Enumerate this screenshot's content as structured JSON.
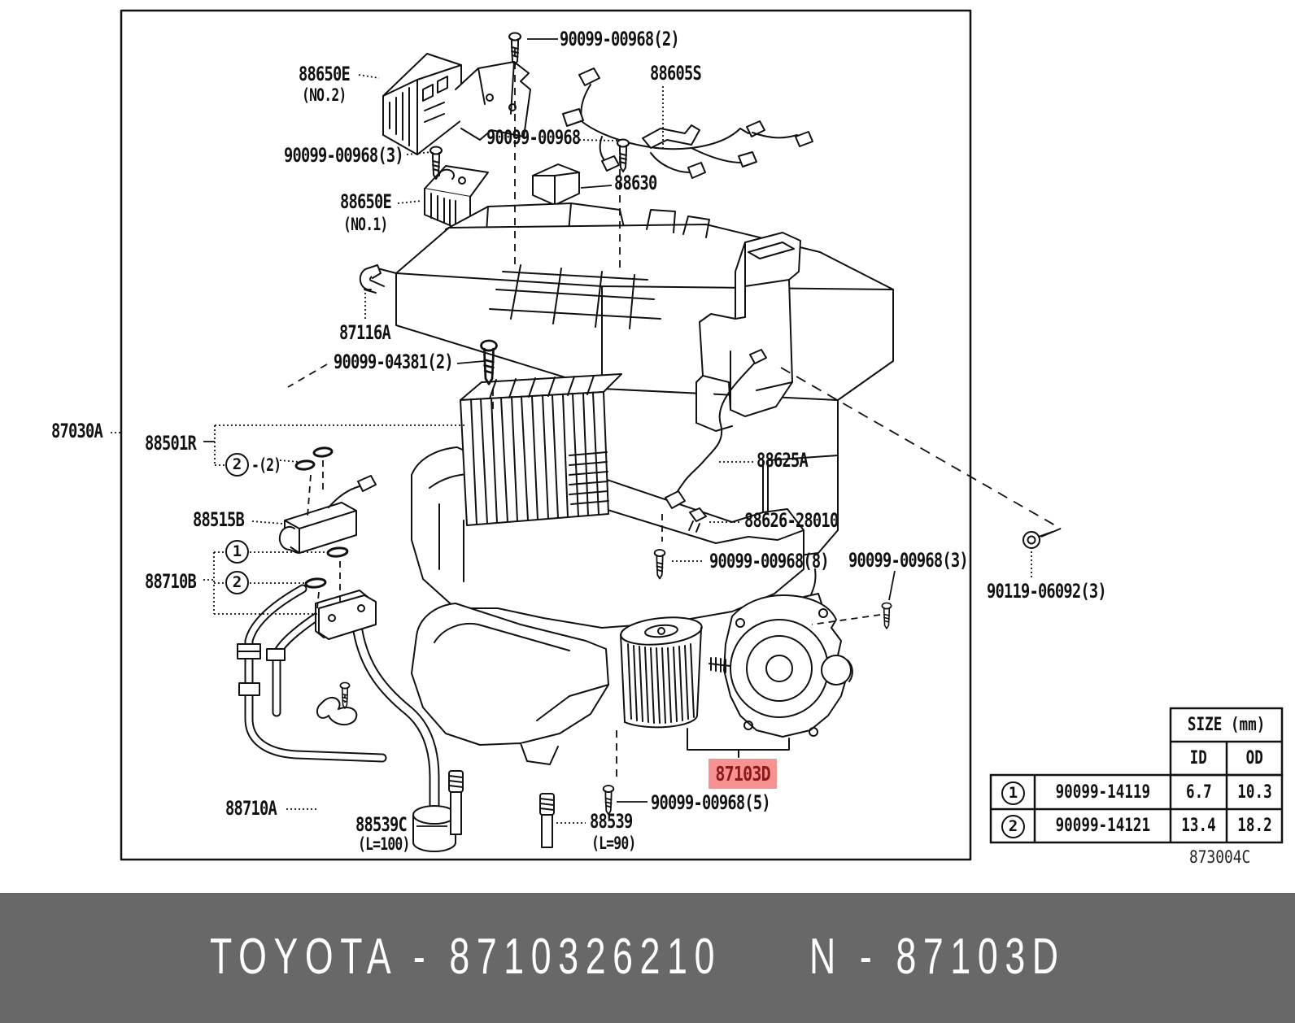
{
  "part_labels": [
    {
      "text": "90099-00968(2)"
    },
    {
      "text": "88650E",
      "sub": "(NO.2)"
    },
    {
      "text": "88605S"
    },
    {
      "text": "90099-00968(3)"
    },
    {
      "text": "90099-00968"
    },
    {
      "text": "88650E",
      "sub": "(NO.1)"
    },
    {
      "text": "88630"
    },
    {
      "text": "87116A"
    },
    {
      "text": "90099-04381(2)"
    },
    {
      "text": "87030A"
    },
    {
      "text": "88501R"
    },
    {
      "text": "-(2)"
    },
    {
      "text": "88515B"
    },
    {
      "text": "88710B"
    },
    {
      "text": "88625A"
    },
    {
      "text": "88626-28010"
    },
    {
      "text": "90099-00968(8)"
    },
    {
      "text": "90099-00968(3)"
    },
    {
      "text": "90119-06092(3)"
    },
    {
      "text": "87103D"
    },
    {
      "text": "90099-00968(5)"
    },
    {
      "text": "88539",
      "sub": "(L=90)"
    },
    {
      "text": "88539C",
      "sub": "(L=100)"
    },
    {
      "text": "88710A"
    }
  ],
  "size_table": {
    "header": "SIZE (mm)",
    "col_id": "ID",
    "col_od": "OD",
    "rows": [
      {
        "ref": "1",
        "part": "90099-14119",
        "id": "6.7",
        "od": "10.3"
      },
      {
        "ref": "2",
        "part": "90099-14121",
        "id": "13.4",
        "od": "18.2"
      }
    ]
  },
  "diagram_code": "873004C",
  "footer": {
    "left": "TOYOTA - 8710326210",
    "right": "N - 87103D"
  },
  "colors": {
    "highlight_bg": "#f89292",
    "highlight_text": "#8a1a1a",
    "footer_bg": "#686868",
    "line": "#111111"
  }
}
